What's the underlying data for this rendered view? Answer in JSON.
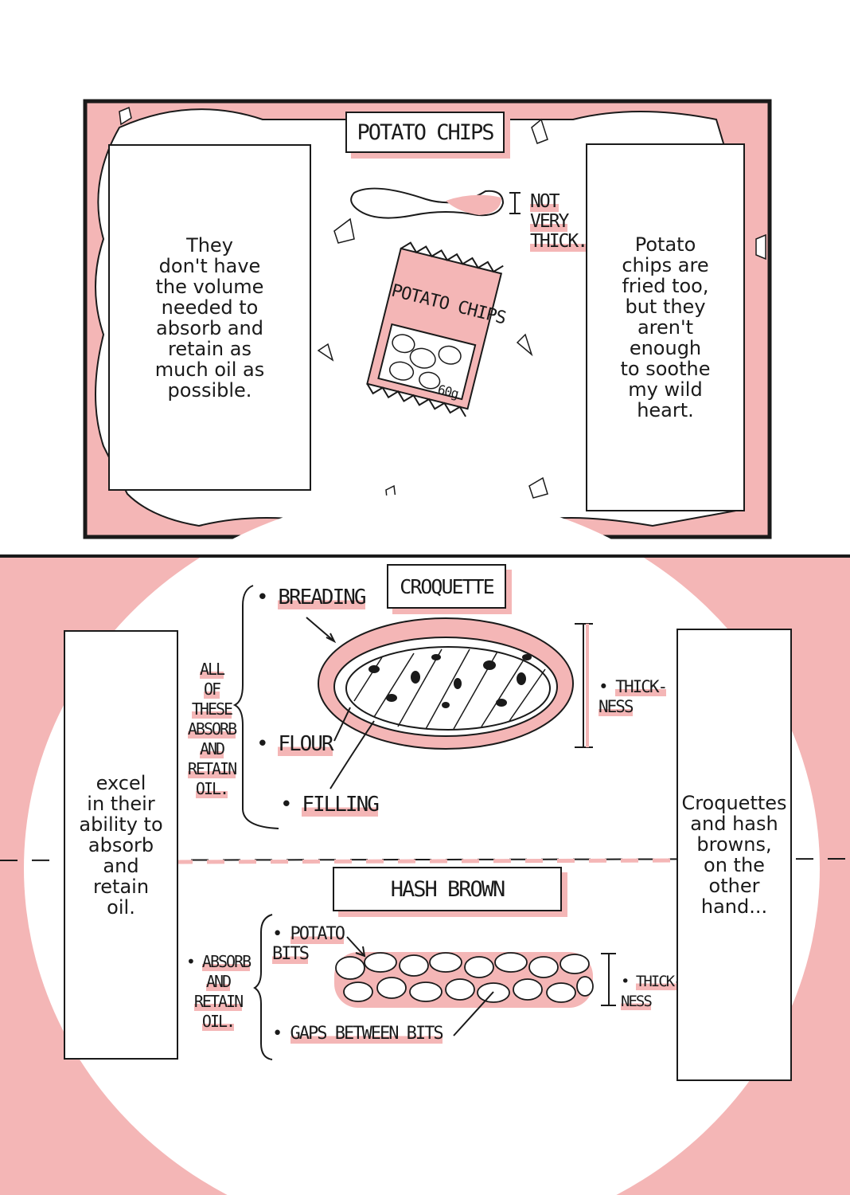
{
  "colors": {
    "accent_pink": "#f4b6b6",
    "ink": "#1a1a1a",
    "paper": "#ffffff"
  },
  "panel1": {
    "title": "POTATO CHIPS",
    "bag_label": "POTATO CHIPS",
    "bag_weight": "60g",
    "chip_note": "NOT\nVERY\nTHICK.",
    "left_caption": "They\ndon't have\nthe volume\nneeded to\nabsorb and\nretain as\nmuch oil as\npossible.",
    "right_caption": "Potato\nchips are\nfried too,\nbut they\naren't\nenough\nto soothe\nmy wild\nheart."
  },
  "panel2": {
    "croquette": {
      "title": "CROQUETTE",
      "breading": "BREADING",
      "flour": "FLOUR",
      "filling": "FILLING",
      "all_of_these": "ALL\nOF\nTHESE\nABSORB\nAND\nRETAIN\nOIL.",
      "thickness": "THICK-\nNESS"
    },
    "hash_brown": {
      "title": "HASH BROWN",
      "potato_bits": "POTATO\nBITS",
      "gaps": "GAPS BETWEEN BITS",
      "absorb": "ABSORB\nAND\nRETAIN\nOIL.",
      "thickness": "THICK-\nNESS"
    },
    "left_caption": "excel\nin their\nability to\nabsorb\nand\nretain\noil.",
    "right_caption": "Croquettes\nand hash\nbrowns,\non the\nother\nhand..."
  }
}
